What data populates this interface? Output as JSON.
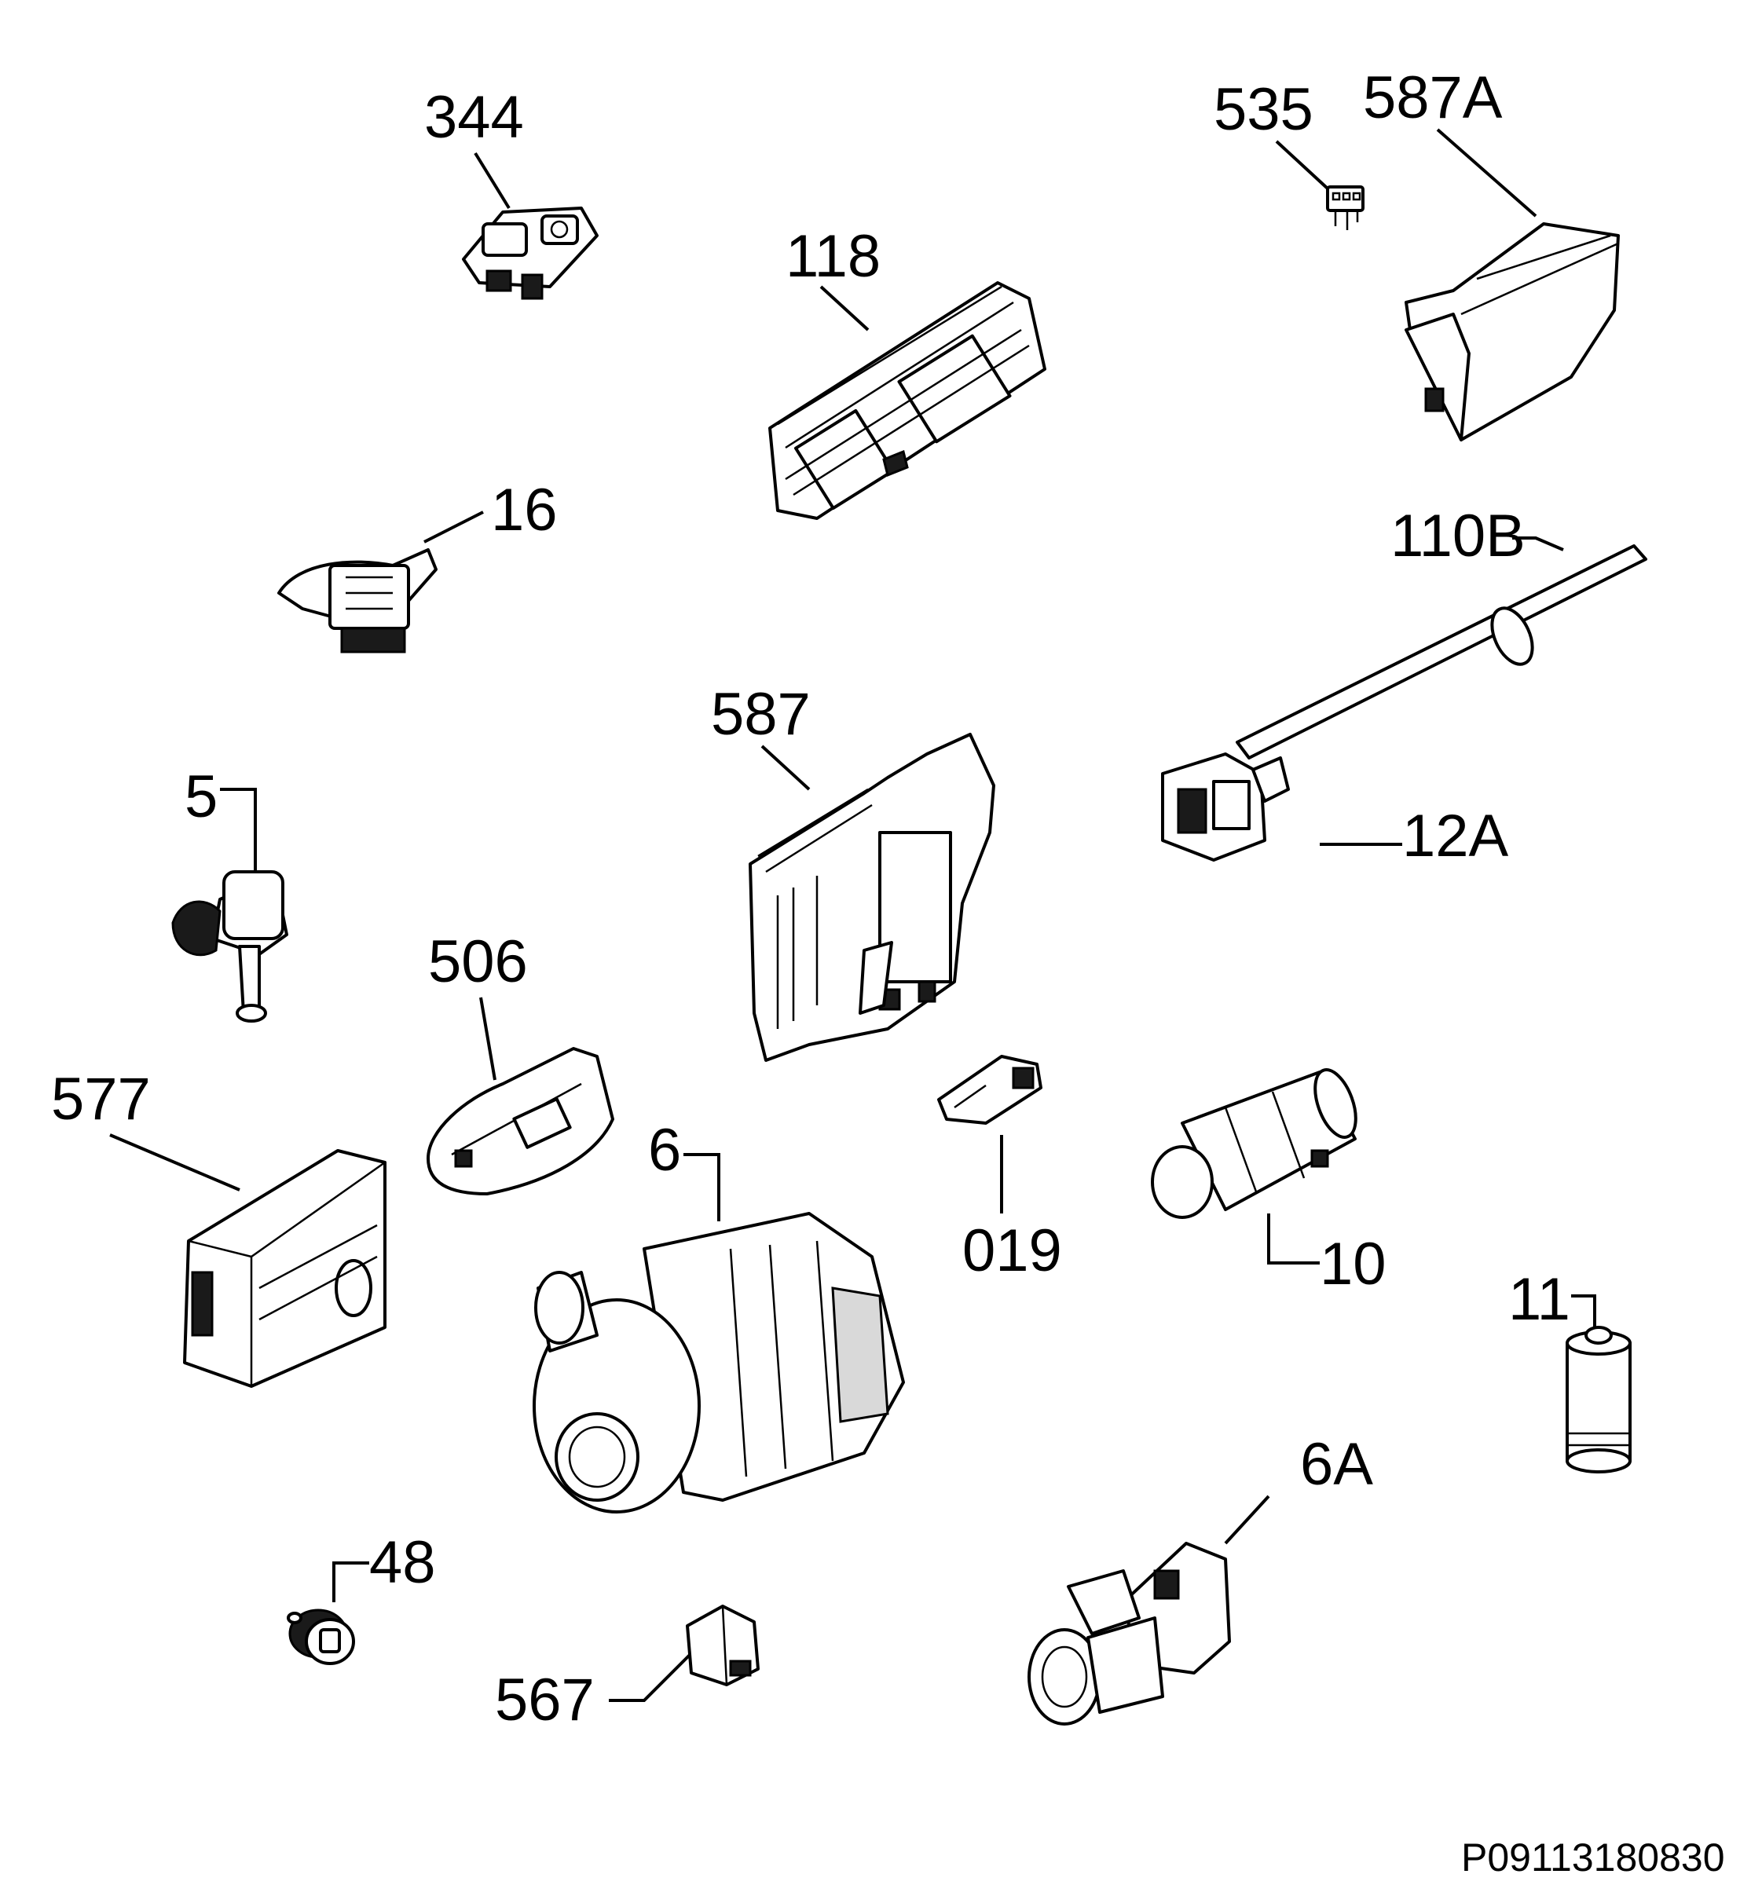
{
  "diagram": {
    "drawing_code": "P09113180830",
    "parts": [
      {
        "label": "344"
      },
      {
        "label": "118"
      },
      {
        "label": "535"
      },
      {
        "label": "587A"
      },
      {
        "label": "16"
      },
      {
        "label": "110B"
      },
      {
        "label": "587"
      },
      {
        "label": "5"
      },
      {
        "label": "12A"
      },
      {
        "label": "506"
      },
      {
        "label": "577"
      },
      {
        "label": "6"
      },
      {
        "label": "019"
      },
      {
        "label": "10"
      },
      {
        "label": "11"
      },
      {
        "label": "6A"
      },
      {
        "label": "48"
      },
      {
        "label": "567"
      }
    ]
  }
}
